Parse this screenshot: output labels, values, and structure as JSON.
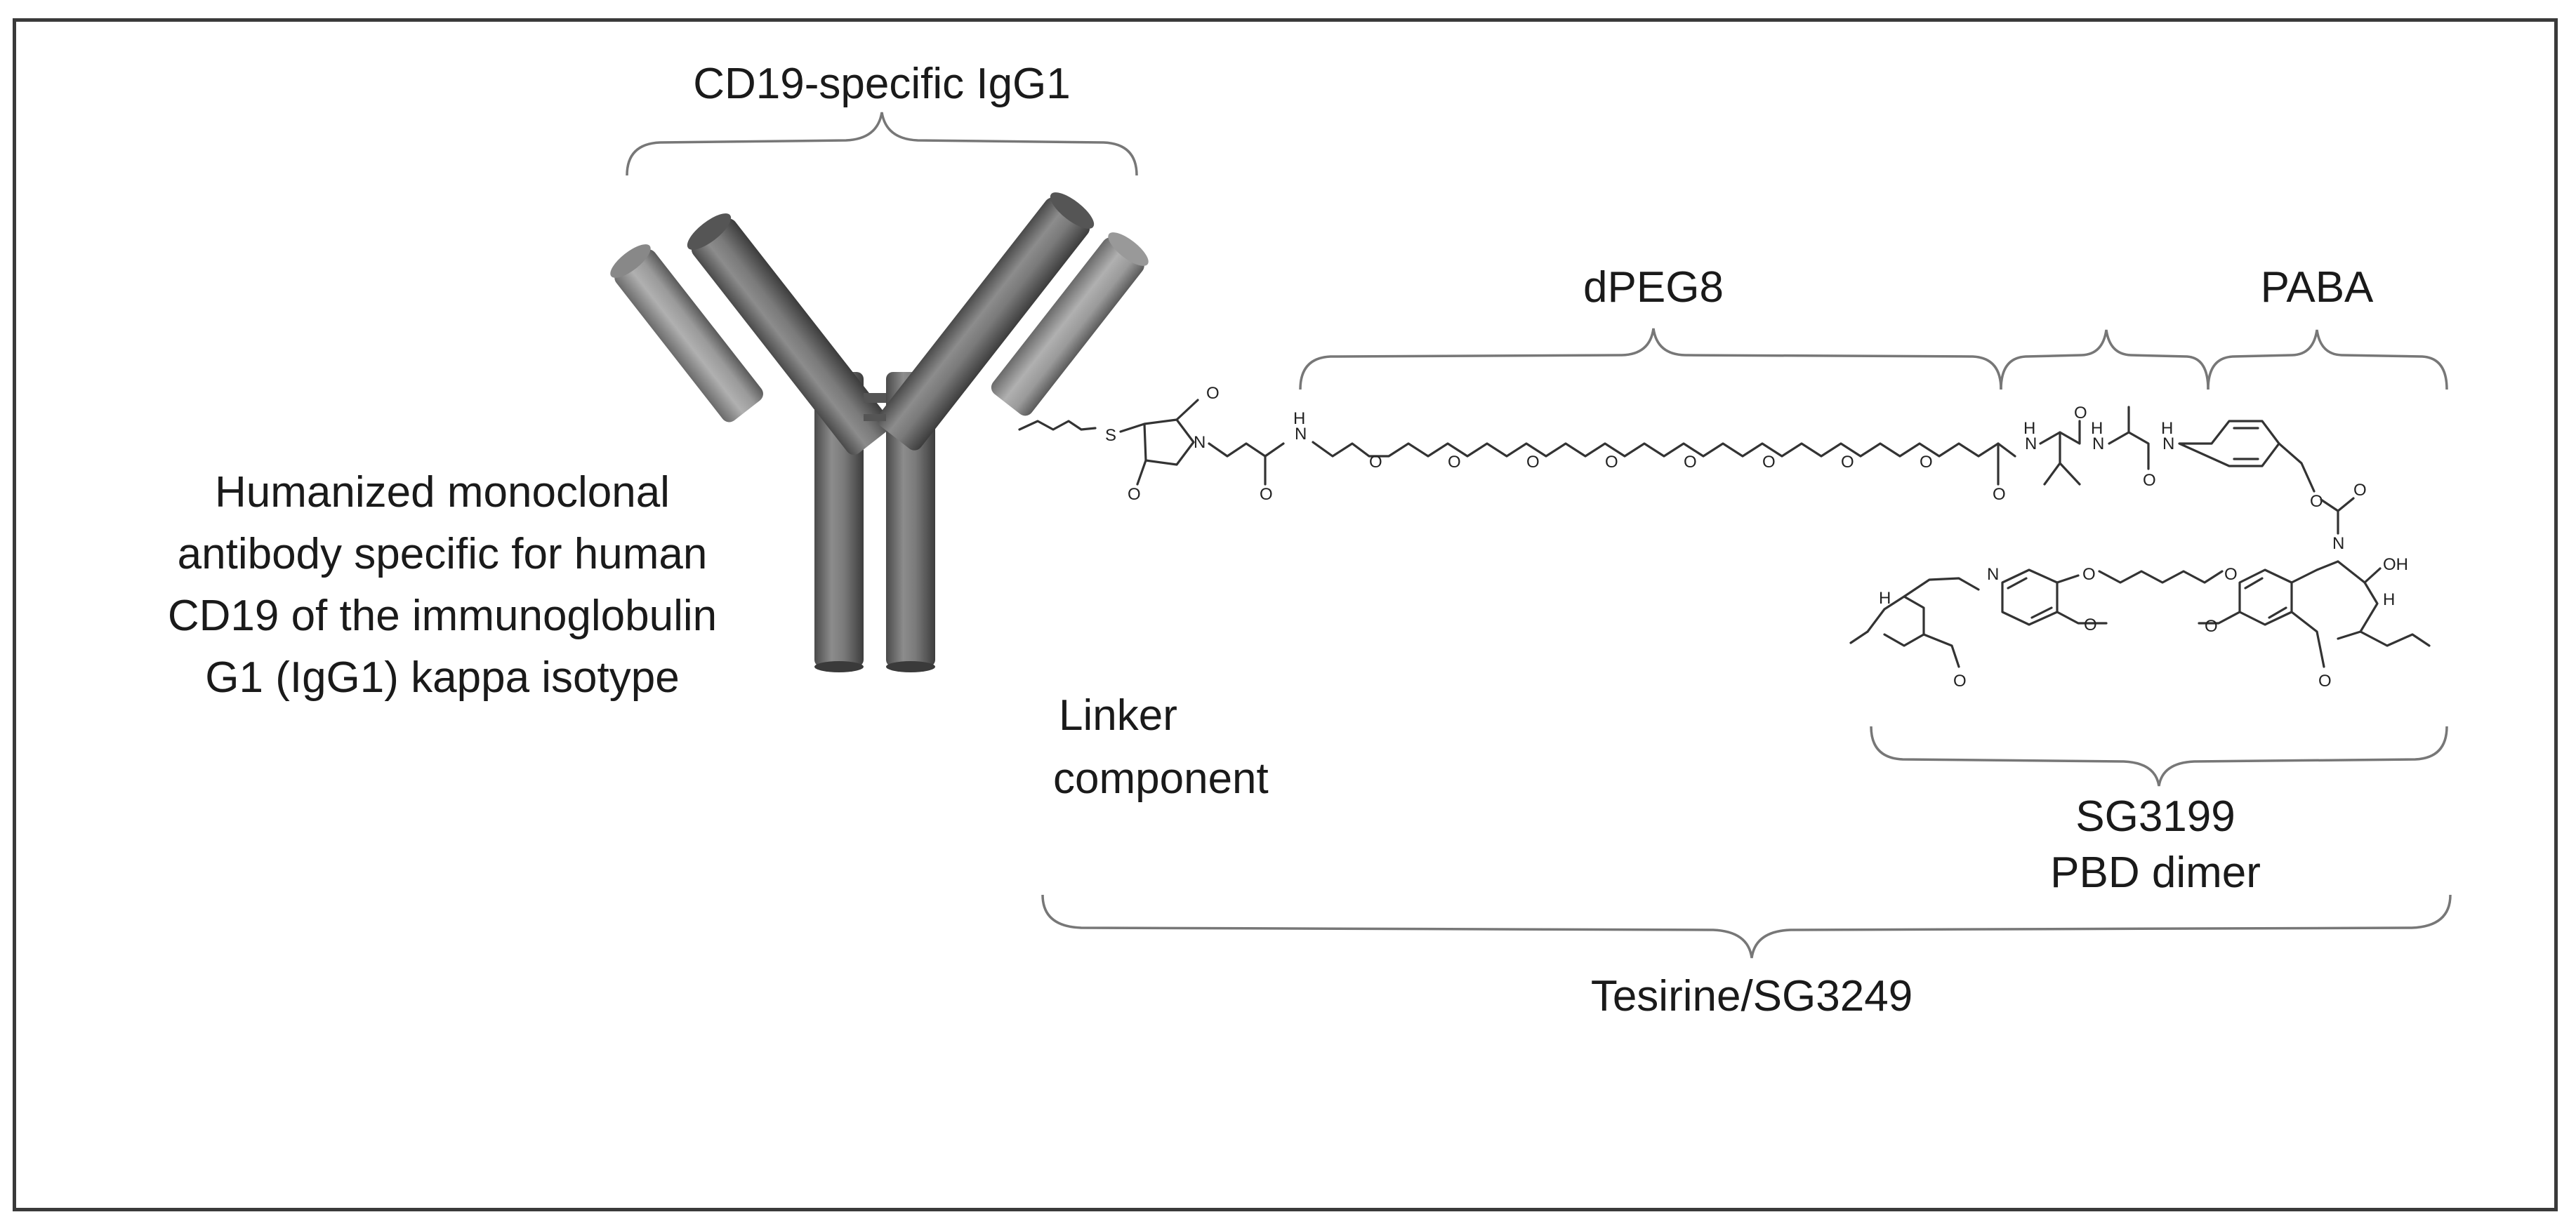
{
  "labels": {
    "igg1": "CD19-specific IgG1",
    "antibody_desc": [
      "Humanized monoclonal",
      "antibody specific for human",
      "CD19 of the immunoglobulin",
      "G1 (IgG1) kappa isotype"
    ],
    "dpeg8": "dPEG8",
    "paba": "PABA",
    "linker": [
      "Linker",
      "component"
    ],
    "pbd": [
      "SG3199",
      "PBD dimer"
    ],
    "tesirine": "Tesirine/SG3249"
  },
  "atoms": {
    "S": "S",
    "N": "N",
    "O": "O",
    "H": "H",
    "OH": "OH"
  }
}
